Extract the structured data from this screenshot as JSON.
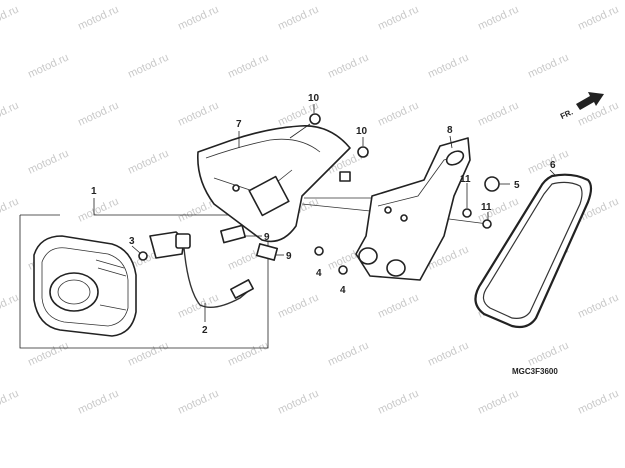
{
  "watermark": "motod.ru",
  "diagram_code": "MGC3F3600",
  "front_marker": "FR.",
  "callouts": {
    "c1": "1",
    "c2": "2",
    "c3": "3",
    "c4a": "4",
    "c4b": "4",
    "c5": "5",
    "c6": "6",
    "c7": "7",
    "c8": "8",
    "c9a": "9",
    "c9b": "9",
    "c10a": "10",
    "c10b": "10",
    "c11a": "11",
    "c11b": "11"
  }
}
